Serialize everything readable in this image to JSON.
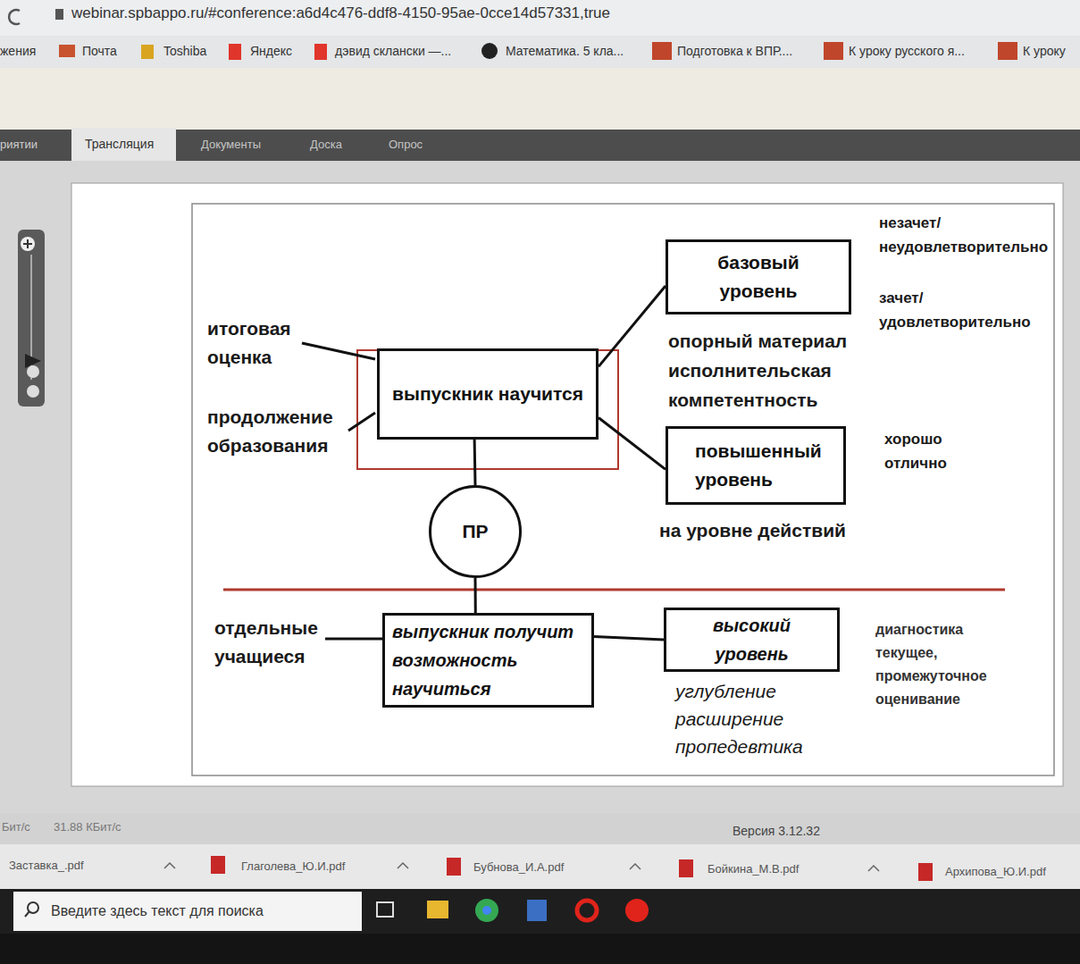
{
  "diagram": {
    "nodes": [
      {
        "text": [
          "выпускник научится"
        ]
      },
      {
        "text": [
          "базовый уровень"
        ]
      },
      {
        "text": [
          "повышенный уровень"
        ]
      },
      {
        "text": [
          "ПР"
        ]
      },
      {
        "text": [
          "выпускник получит возможность научиться"
        ]
      },
      {
        "text": [
          "высокий уровень"
        ]
      }
    ],
    "edges": [
      {
        "from": 0,
        "to": 1,
        "arrow": "none"
      },
      {
        "from": 0,
        "to": 2,
        "arrow": "none"
      },
      {
        "from": 0,
        "to": 3,
        "arrow": "none"
      },
      {
        "from": 3,
        "to": 4,
        "arrow": "none"
      },
      {
        "from": 4,
        "to": 5,
        "arrow": "none"
      }
    ],
    "labels": [
      "webinar.spbappo.ru/#conference:a6d4c476-ddf8-4150-95ae-0cce14d57331,true",
      "жения",
      "Почта",
      "Toshiba",
      "Яндекс",
      "дэвид склански —...",
      "Математика. 5 кла...",
      "Подготовка к ВПР....",
      "К уроку русского я...",
      "К уроку",
      "риятии",
      "Трансляция",
      "Документы",
      "Доска",
      "Опрос",
      "итоговая оценка",
      "продолжение образования",
      "опорный материал исполнительская компетентность",
      "на уровне действий",
      "незачет/ неудовлетворительно",
      "зачет/ удовлетворительно",
      "хорошо отлично",
      "отдельные учащиеся",
      "углубление расширение пропедевтика",
      "диагностика текущее, промежуточное оценивание",
      "Бит/с",
      "31.88 КБит/с",
      "Версия 3.12.32",
      "Заставка_.pdf",
      "Глаголева_Ю.И.pdf",
      "Бубнова_И.А.pdf",
      "Бойкина_М.В.pdf",
      "Архипова_Ю.И.pdf",
      "Введите здесь текст для поиска"
    ]
  }
}
